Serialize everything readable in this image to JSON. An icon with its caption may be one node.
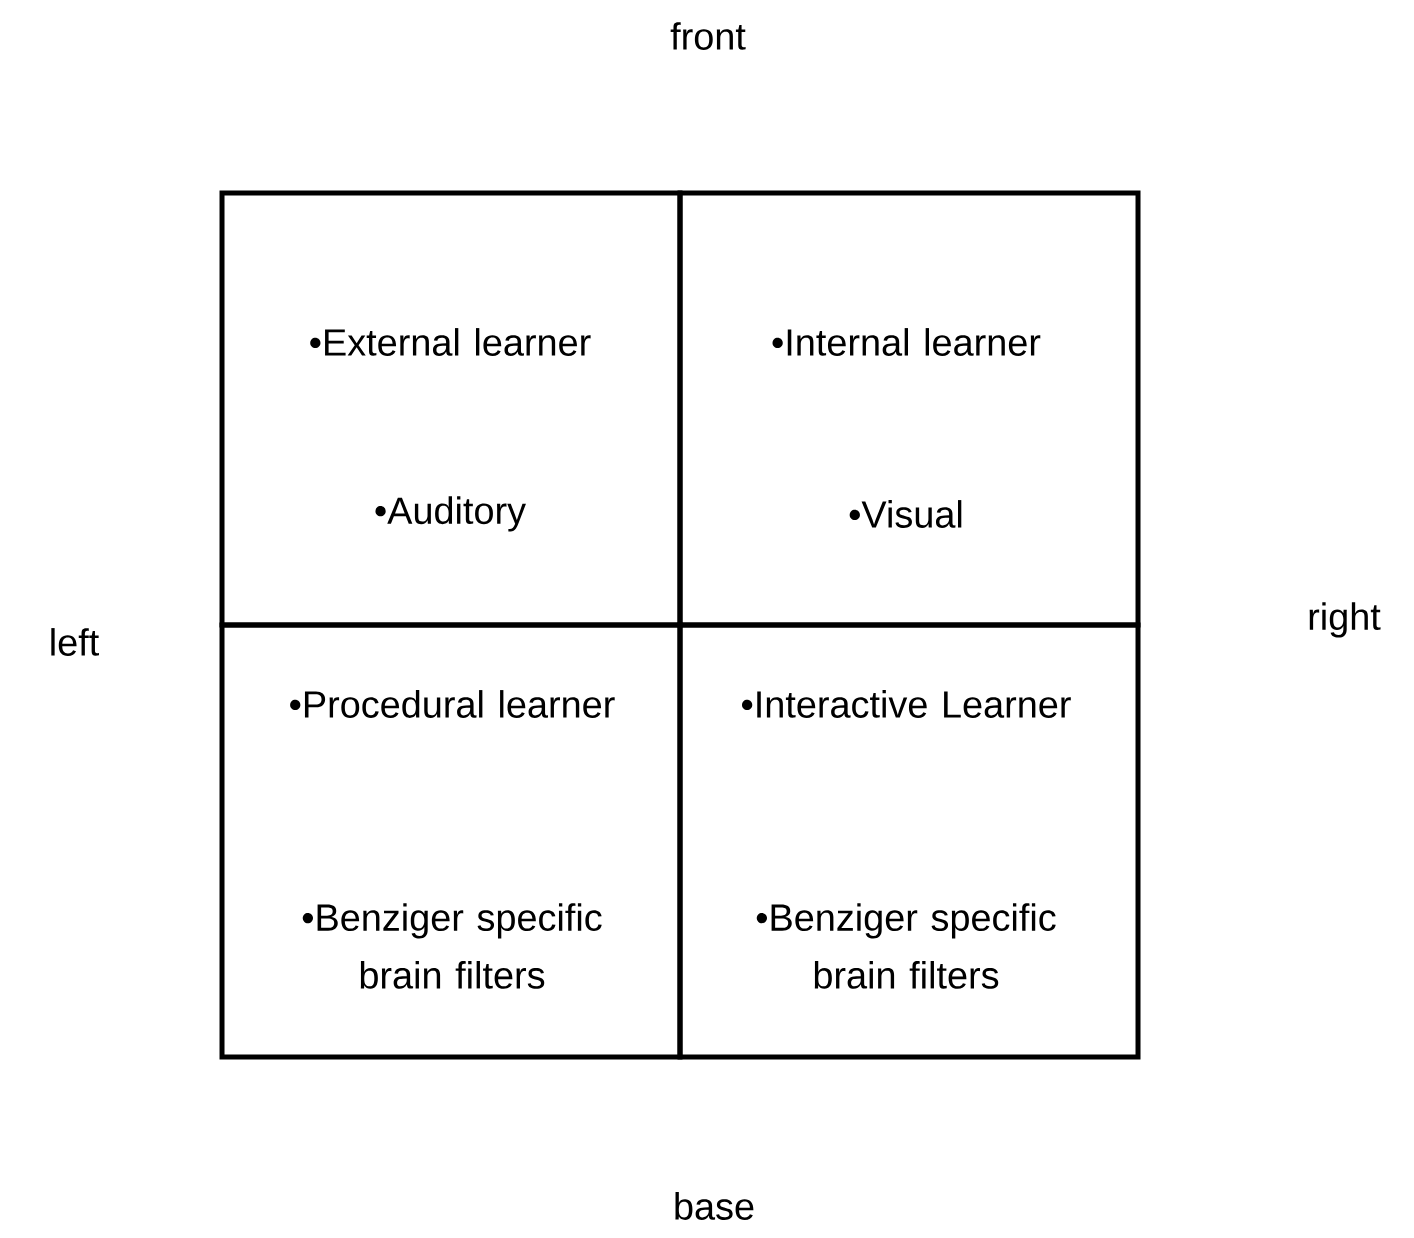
{
  "diagram": {
    "nodes": [
      {
        "text": [
          "•External learner",
          "•Auditory"
        ]
      },
      {
        "text": [
          "•Internal learner",
          "•Visual"
        ]
      },
      {
        "text": [
          "•Procedural learner",
          "•Benziger specific brain filters"
        ]
      },
      {
        "text": [
          "•Interactive Learner",
          "•Benziger specific brain filters"
        ]
      }
    ],
    "labels": [
      "front",
      "left",
      "right",
      "base"
    ]
  }
}
